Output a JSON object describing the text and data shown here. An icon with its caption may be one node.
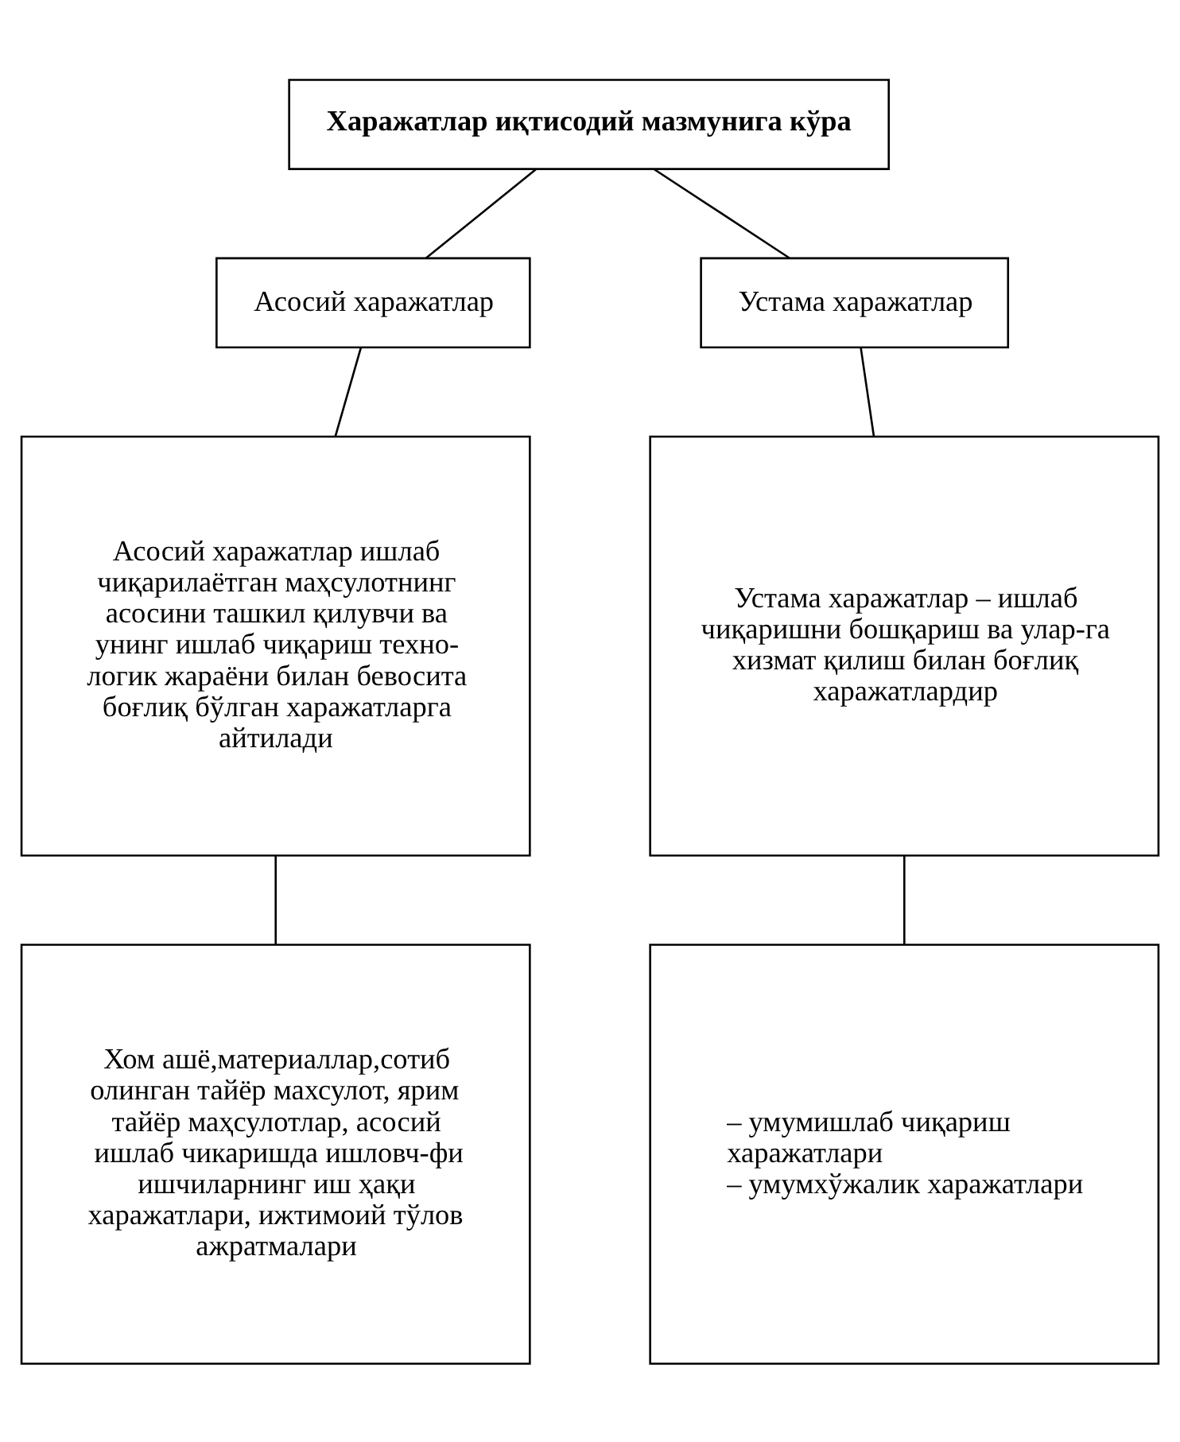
{
  "diagram": {
    "nodes": [
      {
        "text": [
          "Харажатлар иқтисодий мазмунига кўра"
        ]
      },
      {
        "text": [
          "Асосий харажатлар"
        ]
      },
      {
        "text": [
          "Устама харажатлар"
        ]
      },
      {
        "text": [
          "Асосий харажатлар ишлаб чиқарилаётган маҳсулотнинг асосини ташкил қилувчи ва унинг ишлаб чиқариш техно-логик жараёни билан бевосита боғлиқ бўлган харажатларга айтилади"
        ]
      },
      {
        "text": [
          "Устама харажатлар – ишлаб чиқаришни бошқариш ва улар-га хизмат қилиш билан боғлиқ харажатлардир"
        ]
      },
      {
        "text": [
          "Хом ашё,материаллар,сотиб олинган тайёр махсулот, ярим тайёр маҳсулотлар, асосий ишлаб чикаришда ишловч-фи ишчиларнинг иш ҳақи харажатлари, ижтимоий тўлов ажратмалари"
        ]
      },
      {
        "text": [
          "– умумишлаб чиқариш харажатлари",
          "– умумхўжалик харажатлари"
        ]
      }
    ],
    "edges": [
      {
        "from": 0,
        "to": 1,
        "arrow": "none"
      },
      {
        "from": 0,
        "to": 2,
        "arrow": "none"
      },
      {
        "from": 1,
        "to": 3,
        "arrow": "none"
      },
      {
        "from": 2,
        "to": 4,
        "arrow": "none"
      },
      {
        "from": 3,
        "to": 5,
        "arrow": "none"
      },
      {
        "from": 4,
        "to": 6,
        "arrow": "none"
      }
    ]
  }
}
